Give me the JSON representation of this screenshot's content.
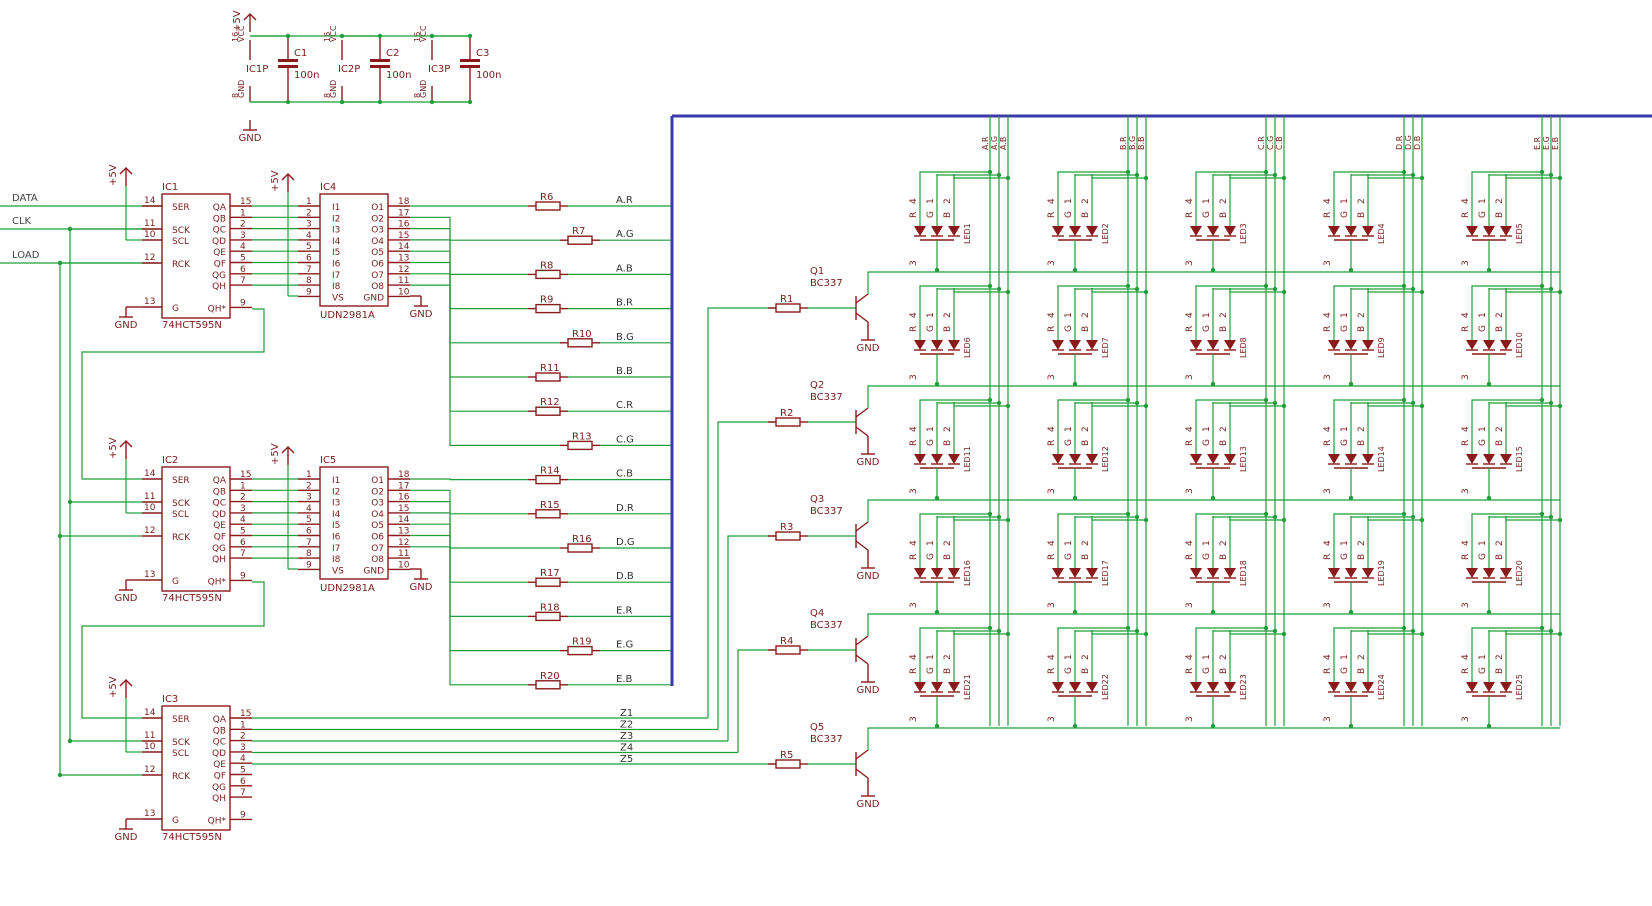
{
  "ports": {
    "data": "DATA",
    "clk": "CLK",
    "load": "LOAD"
  },
  "power": {
    "vcc": "+5V",
    "gnd": "GND",
    "vcc_pin": "VCC",
    "gnd_pin": "GND"
  },
  "decoupling": [
    {
      "ic": "IC1P",
      "cap": "C1",
      "value": "100n",
      "vcc_pin": "16",
      "gnd_pin": "8"
    },
    {
      "ic": "IC2P",
      "cap": "C2",
      "value": "100n",
      "vcc_pin": "16",
      "gnd_pin": "8"
    },
    {
      "ic": "IC3P",
      "cap": "C3",
      "value": "100n",
      "vcc_pin": "16",
      "gnd_pin": "8"
    }
  ],
  "shift_registers": [
    {
      "name": "IC1",
      "part": "74HCT595N"
    },
    {
      "name": "IC2",
      "part": "74HCT595N"
    },
    {
      "name": "IC3",
      "part": "74HCT595N"
    }
  ],
  "sr_left_pins": [
    "SER",
    "SCK",
    "SCL",
    "RCK",
    "G"
  ],
  "sr_left_nums": [
    "14",
    "11",
    "10",
    "12",
    "13"
  ],
  "sr_right_pins": [
    "QA",
    "QB",
    "QC",
    "QD",
    "QE",
    "QF",
    "QG",
    "QH",
    "QH*"
  ],
  "sr_right_nums": [
    "15",
    "1",
    "2",
    "3",
    "4",
    "5",
    "6",
    "7",
    "9"
  ],
  "drivers": [
    {
      "name": "IC4",
      "part": "UDN2981A"
    },
    {
      "name": "IC5",
      "part": "UDN2981A"
    }
  ],
  "drv_in": [
    "I1",
    "I2",
    "I3",
    "I4",
    "I5",
    "I6",
    "I7",
    "I8",
    "VS"
  ],
  "drv_in_nums": [
    "1",
    "2",
    "3",
    "4",
    "5",
    "6",
    "7",
    "8",
    "9"
  ],
  "drv_out": [
    "O1",
    "O2",
    "O3",
    "O4",
    "O5",
    "O6",
    "O7",
    "O8",
    "GND"
  ],
  "drv_out_nums": [
    "18",
    "17",
    "16",
    "15",
    "14",
    "13",
    "12",
    "11",
    "10"
  ],
  "column_resistors": [
    {
      "ref": "R6",
      "net": "A.R"
    },
    {
      "ref": "R7",
      "net": "A.G"
    },
    {
      "ref": "R8",
      "net": "A.B"
    },
    {
      "ref": "R9",
      "net": "B.R"
    },
    {
      "ref": "R10",
      "net": "B.G"
    },
    {
      "ref": "R11",
      "net": "B.B"
    },
    {
      "ref": "R12",
      "net": "C.R"
    },
    {
      "ref": "R13",
      "net": "C.G"
    },
    {
      "ref": "R14",
      "net": "C.B"
    },
    {
      "ref": "R15",
      "net": "D.R"
    },
    {
      "ref": "R16",
      "net": "D.G"
    },
    {
      "ref": "R17",
      "net": "D.B"
    },
    {
      "ref": "R18",
      "net": "E.R"
    },
    {
      "ref": "R19",
      "net": "E.G"
    },
    {
      "ref": "R20",
      "net": "E.B"
    }
  ],
  "row_nets": [
    "Z1",
    "Z2",
    "Z3",
    "Z4",
    "Z5"
  ],
  "transistors": [
    {
      "ref": "Q1",
      "part": "BC337",
      "res": "R1"
    },
    {
      "ref": "Q2",
      "part": "BC337",
      "res": "R2"
    },
    {
      "ref": "Q3",
      "part": "BC337",
      "res": "R3"
    },
    {
      "ref": "Q4",
      "part": "BC337",
      "res": "R4"
    },
    {
      "ref": "Q5",
      "part": "BC337",
      "res": "R5"
    }
  ],
  "bus_columns": [
    [
      "A.R",
      "A.G",
      "A.B"
    ],
    [
      "B.R",
      "B.G",
      "B.B"
    ],
    [
      "C.R",
      "C.G",
      "C.B"
    ],
    [
      "D.R",
      "D.G",
      "D.B"
    ],
    [
      "E.R",
      "E.G",
      "E.B"
    ]
  ],
  "led_pins": {
    "letters": [
      "R",
      "G",
      "B"
    ],
    "nums": [
      "4",
      "1",
      "2"
    ],
    "common": "3"
  },
  "leds": [
    "LED1",
    "LED2",
    "LED3",
    "LED4",
    "LED5",
    "LED6",
    "LED7",
    "LED8",
    "LED9",
    "LED10",
    "LED11",
    "LED12",
    "LED13",
    "LED14",
    "LED15",
    "LED16",
    "LED17",
    "LED18",
    "LED19",
    "LED20",
    "LED21",
    "LED22",
    "LED23",
    "LED24",
    "LED25"
  ],
  "colors": {
    "wire": "#1f9e3a",
    "component": "#8b1a1a",
    "bus": "#3a3aa8"
  }
}
